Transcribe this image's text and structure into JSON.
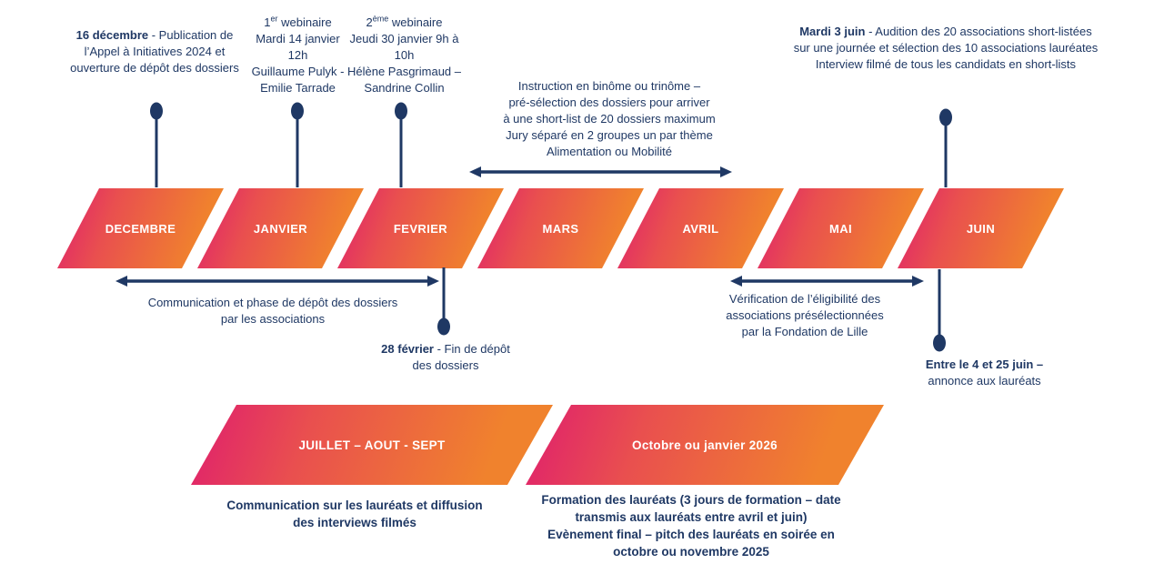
{
  "colors": {
    "navy": "#1f3864",
    "gradient_start": "#df1e6e",
    "gradient_mid": "#e94f4f",
    "gradient_end": "#f0822d",
    "label_text": "#ffffff",
    "background": "#ffffff"
  },
  "timeline": {
    "months": [
      "DECEMBRE",
      "JANVIER",
      "FEVRIER",
      "MARS",
      "AVRIL",
      "MAI",
      "JUIN"
    ]
  },
  "annotations": {
    "dec16": {
      "bold": "16 décembre",
      "rest": " - Publication de l’Appel à Initiatives 2024  et ouverture de dépôt des dossiers"
    },
    "webinaire1": {
      "num": "1",
      "sup": "er",
      "title": " webinaire",
      "lines": "Mardi 14  janvier\n12h\nGuillaume Pulyk  -\nEmilie Tarrade"
    },
    "webinaire2": {
      "num": "2",
      "sup": "ème",
      "title": "  webinaire",
      "lines": "Jeudi 30 janvier 9h à\n10h\nHélène Pasgrimaud –\nSandrine Collin"
    },
    "instruction": {
      "text": "Instruction en binôme ou trinôme –\npré-sélection  des dossiers pour arriver\nà une short-list de 20 dossiers maximum\nJury séparé en 2 groupes un par thème\nAlimentation ou Mobilité"
    },
    "jun3": {
      "bold": "Mardi 3 juin",
      "rest": " - Audition des 20 associations short-listées sur une journée et sélection des 10 associations lauréates",
      "line2": "Interview filmé de tous les candidats en short-lists"
    },
    "comm_phase": {
      "text": "Communication et phase de dépôt des dossiers\npar les associations"
    },
    "feb28": {
      "bold": "28 février",
      "rest": " - Fin de dépôt des dossiers"
    },
    "verification": {
      "text": "Vérification de l’éligibilité des\nassociations présélectionnées\npar la Fondation de Lille"
    },
    "jun4_25": {
      "bold": "Entre le 4 et 25 juin –",
      "rest": " annonce aux lauréats"
    }
  },
  "bottom": {
    "shape1_label": "JUILLET – AOUT - SEPT",
    "shape2_label": "Octobre ou janvier 2026",
    "text1": "Communication sur les lauréats et diffusion\ndes interviews filmés",
    "text2": "Formation des lauréats (3 jours de formation – date\ntransmis aux lauréats entre avril et juin)\nEvènement final – pitch des lauréats en soirée en\noctobre ou novembre 2025"
  }
}
